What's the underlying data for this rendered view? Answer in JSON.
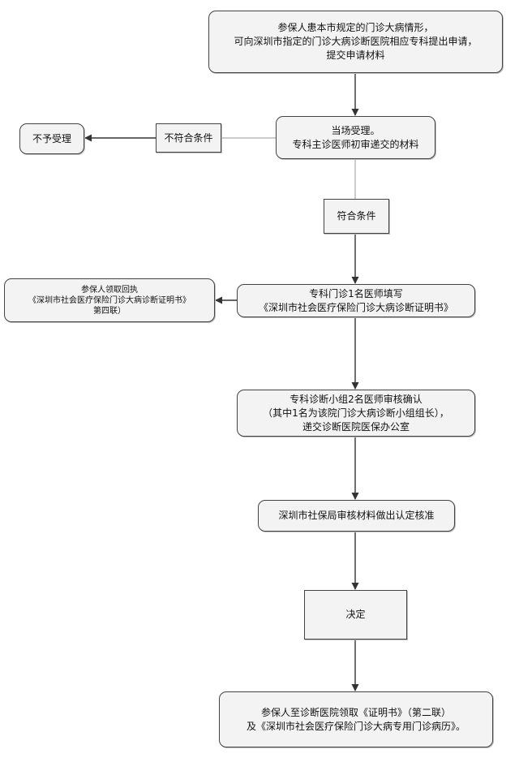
{
  "flowchart": {
    "apply": {
      "lines": [
        "参保人患本市规定的门诊大病情形，",
        "可向深圳市指定的门诊大病诊断医院相应专科提出申请，",
        "提交申请材料"
      ]
    },
    "reject": {
      "label": "不予受理"
    },
    "unmet_condition": {
      "label": "不符合条件"
    },
    "accept": {
      "lines": [
        "当场受理。",
        "专科主诊医师初审递交的材料"
      ]
    },
    "met_condition": {
      "label": "符合条件"
    },
    "receipt": {
      "lines": [
        "参保人领取回执",
        "《深圳市社会医疗保险门诊大病诊断证明书》",
        "第四联）"
      ]
    },
    "fill_certificate": {
      "lines": [
        "专科门诊1名医师填写",
        "《深圳市社会医疗保险门诊大病诊断证明书》"
      ]
    },
    "group_review": {
      "lines": [
        "专科诊断小组2名医师审核确认",
        "（其中1名为该院门诊大病诊断小组组长），",
        "递交诊断医院医保办公室"
      ]
    },
    "bureau_approval": {
      "label": "深圳市社保局审核材料做出认定核准"
    },
    "decision": {
      "label": "决定"
    },
    "collect": {
      "lines": [
        "参保人至诊断医院领取《证明书》（第二联）",
        "及《深圳市社会医疗保险门诊大病专用门诊病历》。"
      ]
    }
  },
  "colors": {
    "box_fill": "#f3f3f3",
    "box_border": "#444444",
    "connector": "#333333",
    "connector_light": "#999999"
  }
}
